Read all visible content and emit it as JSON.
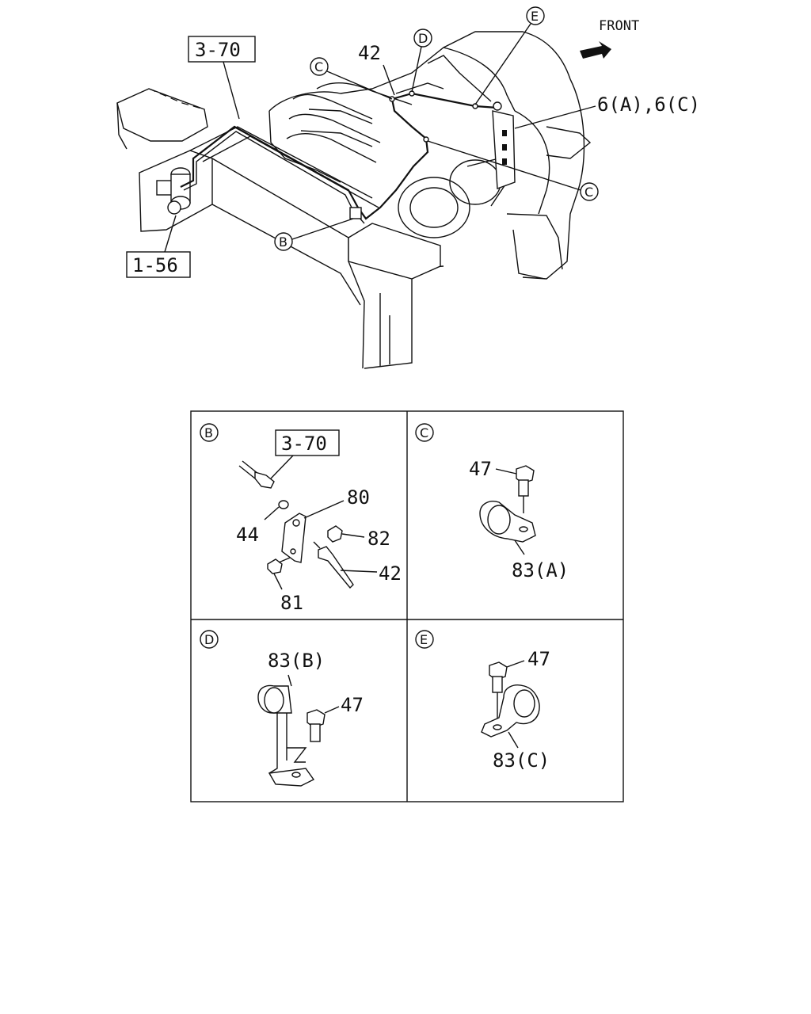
{
  "diagram": {
    "front_label": "FRONT",
    "callouts": {
      "ref_3_70": "3-70",
      "ref_1_56": "1-56",
      "part_42": "42",
      "part_6": "6(A),6(C)",
      "circle_b": "B",
      "circle_c_top": "C",
      "circle_c_right": "C",
      "circle_d": "D",
      "circle_e": "E"
    },
    "panels": {
      "b": {
        "letter": "B",
        "ref": "3-70",
        "labels": {
          "p80": "80",
          "p44": "44",
          "p82": "82",
          "p42": "42",
          "p81": "81"
        }
      },
      "c": {
        "letter": "C",
        "labels": {
          "p47": "47",
          "p83": "83(A)"
        }
      },
      "d": {
        "letter": "D",
        "labels": {
          "p83": "83(B)",
          "p47": "47"
        }
      },
      "e": {
        "letter": "E",
        "labels": {
          "p47": "47",
          "p83": "83(C)"
        }
      }
    }
  }
}
